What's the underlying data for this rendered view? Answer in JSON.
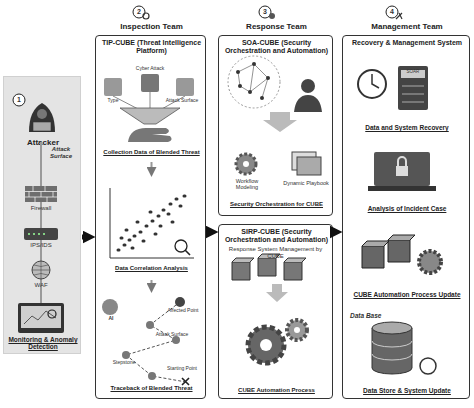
{
  "diagram": {
    "nodes": [
      {
        "text": [
          "Attacker",
          "Monitoring & Anomaly Detection"
        ]
      },
      {
        "text": [
          "Inspection Team",
          "TIP-CUBE (Threat Intelligence Platform)"
        ]
      },
      {
        "text": [
          "Collection Data of Blended Threat"
        ],
        "in": 1
      },
      {
        "text": [
          "Data Correlation Analysis"
        ],
        "in": 1
      },
      {
        "text": [
          "Traceback of Blended Threat"
        ],
        "in": 1
      },
      {
        "text": [
          "Response Team",
          "SOA-CUBE (Security Orchestration and Automation)"
        ]
      },
      {
        "text": [
          "Security Orchestration for CUBE"
        ],
        "in": 5
      },
      {
        "text": [
          "SIRP-CUBE (Security Orchestration and Automation)"
        ]
      },
      {
        "text": [
          "CUBE Automation Process"
        ],
        "in": 7
      },
      {
        "text": [
          "Management Team",
          "Recovery & Management System"
        ]
      },
      {
        "text": [
          "Data and System Recovery"
        ],
        "in": 9
      },
      {
        "text": [
          "Analysis of Incident Case"
        ],
        "in": 9
      },
      {
        "text": [
          "CUBE Automation Process Update"
        ],
        "in": 9
      },
      {
        "text": [
          "Data Store & System Update"
        ],
        "in": 9
      }
    ],
    "edges": [
      {
        "from": 0,
        "to": 1,
        "arrow": "to"
      },
      {
        "from": 1,
        "to": 7,
        "arrow": "to"
      },
      {
        "from": 7,
        "to": 9,
        "arrow": "to"
      },
      {
        "from": 2,
        "to": 3,
        "arrow": "to"
      },
      {
        "from": 3,
        "to": 4,
        "arrow": "to"
      }
    ],
    "labels": [
      "1",
      "Attack Surface",
      "Firewall",
      "IPS/IDS",
      "WAF",
      "2",
      "Cyber Attack",
      "Type",
      "Attack Surface",
      "AI",
      "Affected Point",
      "Attack Surface",
      "Stepstone",
      "Starting Point",
      "3",
      "Workflow Modeling",
      "Dynamic Playbook",
      "Response System Management by CUBE",
      "4",
      "SOAR",
      "Data Base"
    ]
  }
}
